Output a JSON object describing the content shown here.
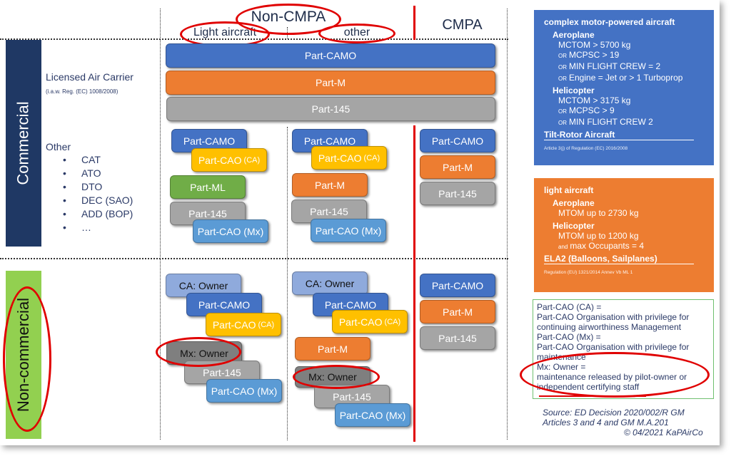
{
  "headers": {
    "non_cmpa": "Non-CMPA",
    "light_aircraft": "Light aircraft",
    "other": "other",
    "cmpa": "CMPA"
  },
  "rows": {
    "commercial": "Commercial",
    "non_commercial": "Non-commercial"
  },
  "commercial_left": {
    "licensed_air_carrier": "Licensed Air Carrier",
    "reg_note": "(i.a.w. Reg. (EC) 1008/2008)",
    "other_label": "Other",
    "other_items": [
      "CAT",
      "ATO",
      "DTO",
      "DEC (SAO)",
      "ADD (BOP)",
      "…"
    ],
    "bullet": "•"
  },
  "wide_bars": [
    "Part-CAMO",
    "Part-M",
    "Part-145"
  ],
  "commercial_light": [
    {
      "label": "Part-CAMO",
      "suffix": ""
    },
    {
      "label": "Part-CAO",
      "suffix": "(CA)"
    },
    {
      "label": "Part-ML",
      "suffix": ""
    },
    {
      "label": "Part-145",
      "suffix": ""
    },
    {
      "label": "Part-CAO (Mx)",
      "suffix": ""
    }
  ],
  "commercial_other": [
    {
      "label": "Part-CAMO",
      "suffix": ""
    },
    {
      "label": "Part-CAO",
      "suffix": "(CA)"
    },
    {
      "label": "Part-M",
      "suffix": ""
    },
    {
      "label": "Part-145",
      "suffix": ""
    },
    {
      "label": "Part-CAO (Mx)",
      "suffix": ""
    }
  ],
  "commercial_cmpa": [
    "Part-CAMO",
    "Part-M",
    "Part-145"
  ],
  "noncommercial_light": [
    {
      "label": "CA: Owner",
      "suffix": ""
    },
    {
      "label": "Part-CAMO",
      "suffix": ""
    },
    {
      "label": "Part-CAO",
      "suffix": "(CA)"
    },
    {
      "label": "Mx: Owner",
      "suffix": ""
    },
    {
      "label": "Part-145",
      "suffix": ""
    },
    {
      "label": "Part-CAO (Mx)",
      "suffix": ""
    }
  ],
  "noncommercial_other": [
    {
      "label": "CA: Owner",
      "suffix": ""
    },
    {
      "label": "Part-CAMO",
      "suffix": ""
    },
    {
      "label": "Part-CAO",
      "suffix": "(CA)"
    },
    {
      "label": "Part-M",
      "suffix": ""
    },
    {
      "label": "Mx: Owner",
      "suffix": ""
    },
    {
      "label": "Part-145",
      "suffix": ""
    },
    {
      "label": "Part-CAO (Mx)",
      "suffix": ""
    }
  ],
  "noncommercial_cmpa": [
    "Part-CAMO",
    "Part-M",
    "Part-145"
  ],
  "cmpa_info": {
    "title": "complex motor-powered aircraft",
    "aeroplane": "Aeroplane",
    "aero_lines": [
      {
        "prefix": "",
        "text": "MCTOM > 5700 kg"
      },
      {
        "prefix": "OR",
        "text": "MCPSC > 19"
      },
      {
        "prefix": "OR",
        "text": "MIN FLIGHT CREW = 2"
      },
      {
        "prefix": "OR",
        "text": "Engine = Jet or > 1 Turboprop"
      }
    ],
    "helicopter": "Helicopter",
    "heli_lines": [
      {
        "prefix": "",
        "text": "MCTOM > 3175 kg"
      },
      {
        "prefix": "OR",
        "text": "MCPSC > 9"
      },
      {
        "prefix": "OR",
        "text": "MIN FLIGHT CREW 2"
      }
    ],
    "tilt_rotor": "Tilt-Rotor Aircraft",
    "reference": "Article 3(j) of Regulation (EC) 2016/2008",
    "color": "#4472c4"
  },
  "light_info": {
    "title": "light aircraft",
    "aeroplane": "Aeroplane",
    "aero_line": "MTOM up to 2730 kg",
    "helicopter": "Helicopter",
    "heli_line1": "MTOM up to 1200 kg",
    "heli_line2_prefix": "and",
    "heli_line2": "max Occupants = 4",
    "ela2": "ELA2 (Balloons, Sailplanes)",
    "reference": "Regulation (EU) 1321/2014 Annev Vb ML 1",
    "color": "#ed7d31"
  },
  "legend": {
    "lines": [
      "Part-CAO (CA) =",
      "Part-CAO Organisation with privilege for",
      "continuing airworthiness Management",
      "Part-CAO (Mx) =",
      "Part-CAO Organisation with privilege for",
      "maintenance",
      "Mx: Owner =",
      "maintenance released by pilot-owner or",
      "independent certifying staff"
    ]
  },
  "source": {
    "line1": "Source: ED Decision 2020/002/R GM",
    "line2": "Articles 3 and 4 and GM M.A.201",
    "copyright": "© 04/2021 KaPAirCo"
  },
  "colors": {
    "blue": "#4472c4",
    "orange": "#ed7d31",
    "gray": "#a5a5a5",
    "yellow": "#ffc000",
    "green": "#70ad47",
    "light_blue": "#5b9bd5",
    "navy": "#1f3864",
    "highlight_red": "#e00000"
  }
}
